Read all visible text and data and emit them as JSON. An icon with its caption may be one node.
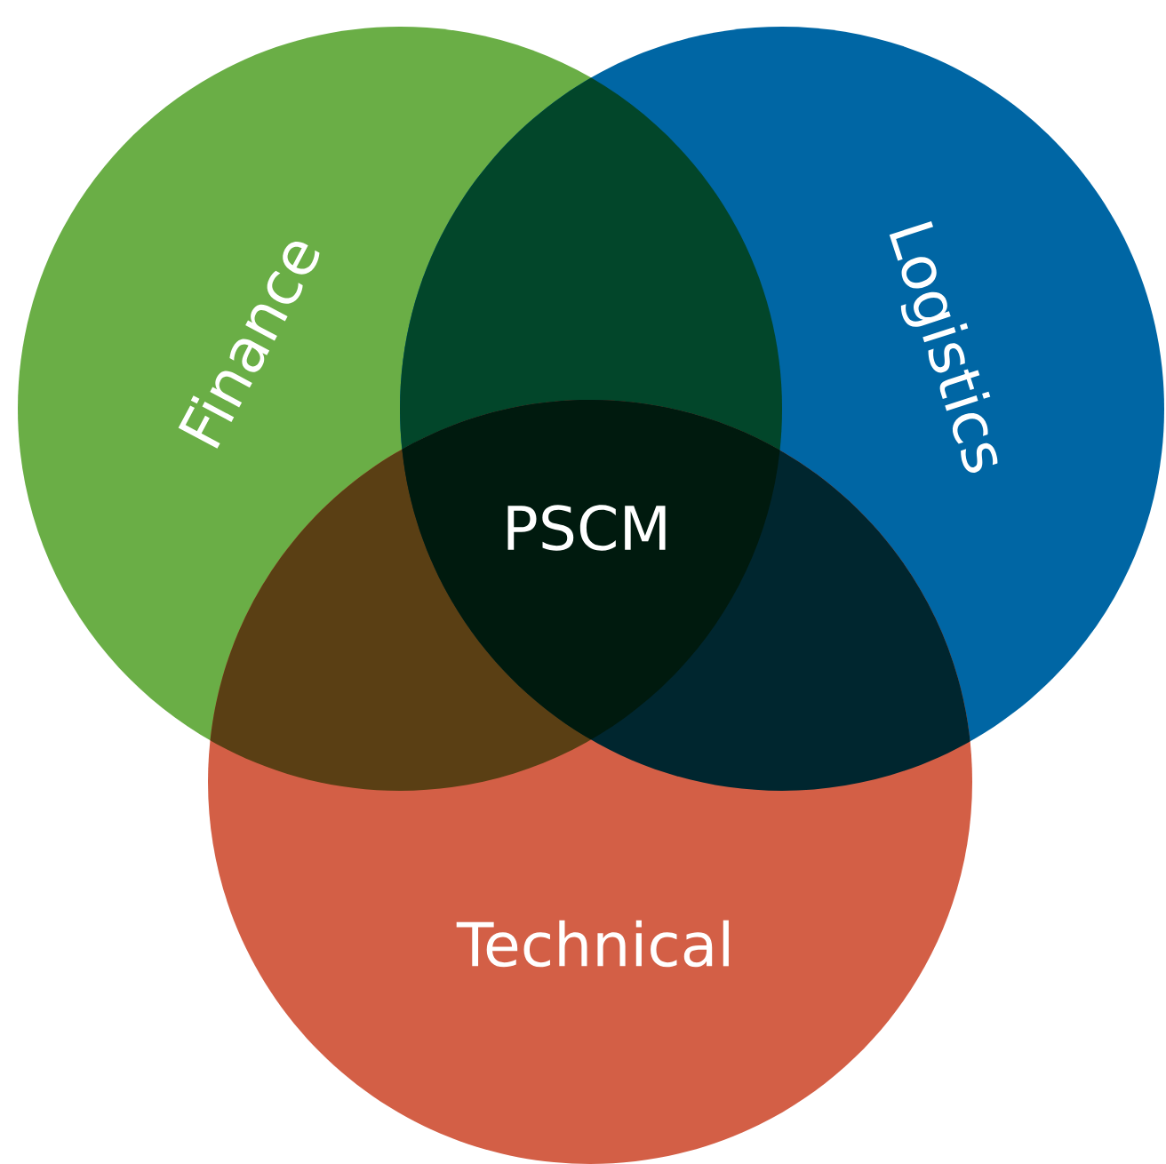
{
  "diagram": {
    "nodes": [
      {
        "text": [
          "Finance"
        ]
      },
      {
        "text": [
          "Logistics"
        ]
      },
      {
        "text": [
          "Technical"
        ]
      },
      {
        "text": [
          "PSCM"
        ]
      }
    ]
  }
}
